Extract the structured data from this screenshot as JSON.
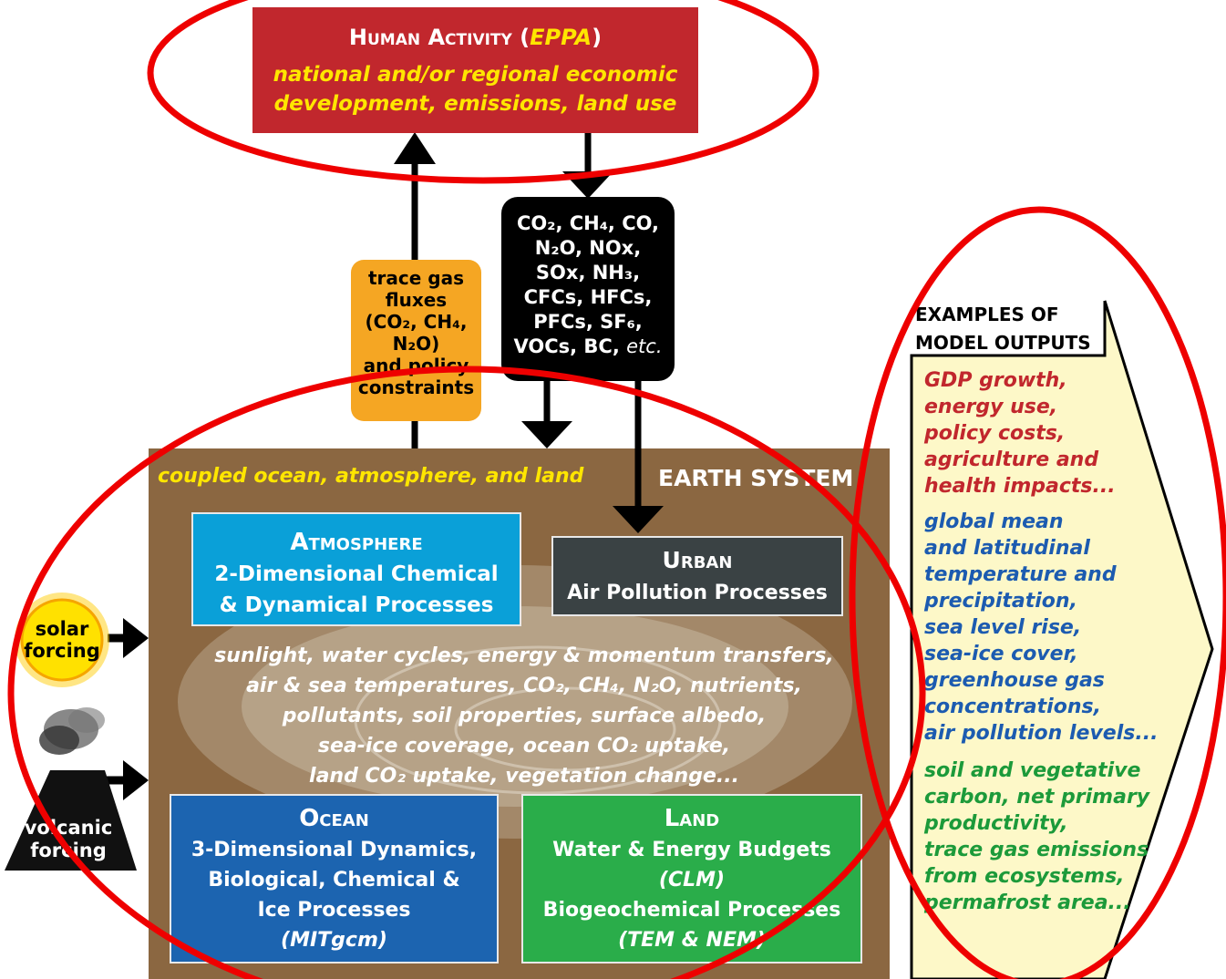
{
  "human": {
    "title_a": "Human Activity (",
    "title_b": "EPPA",
    "title_c": ")",
    "line1": "national and/or regional economic",
    "line2": "development, emissions, land use"
  },
  "trace": {
    "l1": "trace gas",
    "l2": "fluxes",
    "l3": "(CO₂, CH₄,",
    "l4": "N₂O)",
    "l5": "and policy",
    "l6": "constraints"
  },
  "emis": {
    "l1": "CO₂, CH₄, CO,",
    "l2": "N₂O, NOx,",
    "l3": "SOx, NH₃,",
    "l4": "CFCs, HFCs,",
    "l5": "PFCs, SF₆,",
    "l6a": "VOCs, BC, ",
    "l6b": "etc."
  },
  "earth": {
    "coupled": "coupled ocean, atmosphere, and land",
    "title": "EARTH SYSTEM"
  },
  "atm": {
    "title": "Atmosphere",
    "l1": "2-Dimensional Chemical",
    "l2": "& Dynamical Processes"
  },
  "urban": {
    "title": "Urban",
    "l1": "Air Pollution Processes"
  },
  "center": {
    "l1": "sunlight, water cycles, energy & momentum transfers,",
    "l2": "air & sea temperatures, CO₂, CH₄, N₂O, nutrients,",
    "l3": "pollutants, soil properties, surface albedo,",
    "l4": "sea-ice coverage, ocean CO₂ uptake,",
    "l5": "land CO₂ uptake, vegetation change..."
  },
  "ocean": {
    "title": "Ocean",
    "l1": "3-Dimensional  Dynamics,",
    "l2": "Biological, Chemical &",
    "l3": "Ice Processes",
    "l4": "(MITgcm)"
  },
  "land": {
    "title": "Land",
    "l1": "Water & Energy Budgets",
    "l2": "(CLM)",
    "l3": "Biogeochemical Processes",
    "l4": "(TEM & NEM)"
  },
  "solar": {
    "l1": "solar",
    "l2": "forcing"
  },
  "volcanic": {
    "l1": "volcanic",
    "l2": "forcing"
  },
  "outputs": {
    "title1": "EXAMPLES OF",
    "title2": "MODEL OUTPUTS",
    "red": [
      "GDP growth,",
      "energy use,",
      "policy costs,",
      "agriculture and",
      "health impacts..."
    ],
    "blue": [
      "global mean",
      "and latitudinal",
      "temperature and",
      "precipitation,",
      "sea level rise,",
      "sea-ice cover,",
      "greenhouse gas",
      "concentrations,",
      "air pollution levels..."
    ],
    "green": [
      "soil  and vegetative",
      "carbon, net primary",
      "productivity,",
      "trace gas emissions",
      "from ecosystems,",
      "permafrost area..."
    ]
  },
  "colors": {
    "human_red": "#c1272d",
    "yellow_text": "#ffe600",
    "earth_brown": "#8b6741",
    "atm_blue": "#0aa0d8",
    "urban_gray": "#3a4244",
    "ocean_blue": "#1c64b0",
    "land_green": "#2aad4a",
    "trace_orange": "#f5a623",
    "output_bg": "#fdf8c8",
    "out_red": "#c1272d",
    "out_blue": "#1c5bb0",
    "out_green": "#1c9a3a",
    "ellipse_red": "#ee0000"
  }
}
